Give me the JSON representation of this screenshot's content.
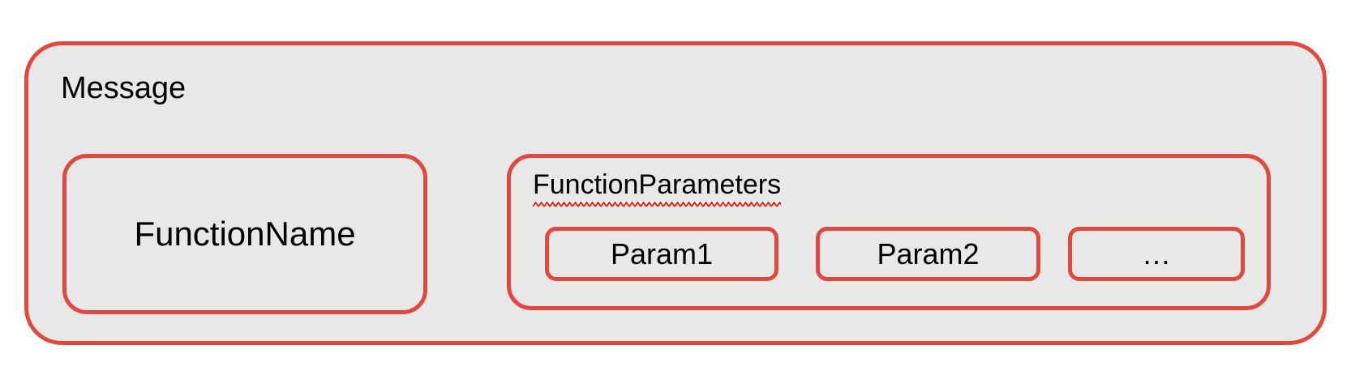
{
  "colors": {
    "box_border": "#e2493e",
    "box_fill": "#e8e8e8",
    "canvas_bg": "#ffffff",
    "text": "#000000",
    "squiggle_red": "#e01e0e",
    "squiggle_white": "#ffffff"
  },
  "diagram": {
    "message": {
      "label": "Message"
    },
    "function_name": {
      "label": "FunctionName"
    },
    "function_parameters": {
      "label": "FunctionParameters",
      "params": [
        {
          "label": "Param1"
        },
        {
          "label": "Param2"
        },
        {
          "label": "…"
        }
      ]
    }
  }
}
